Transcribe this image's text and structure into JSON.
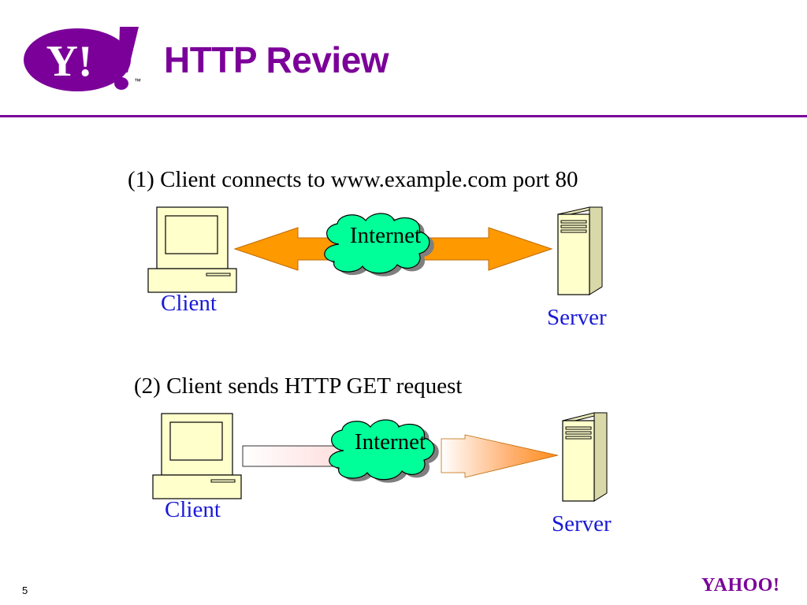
{
  "slide": {
    "title": "HTTP Review",
    "page_number": "5",
    "logo_text": "Y!",
    "logo_trademark": "™",
    "footer_logo": "YAHOO!"
  },
  "colors": {
    "brand_purple": "#7b0099",
    "label_blue": "#1a1ad6",
    "cloud_green": "#00ff99",
    "arrow_orange": "#ff9900",
    "device_cream": "#ffffcc"
  },
  "steps": [
    {
      "caption": "(1) Client connects to www.example.com port 80",
      "cloud_label": "Internet",
      "client_label": "Client",
      "server_label": "Server"
    },
    {
      "caption": "(2) Client sends HTTP GET request",
      "cloud_label": "Internet",
      "client_label": "Client",
      "server_label": "Server"
    }
  ]
}
